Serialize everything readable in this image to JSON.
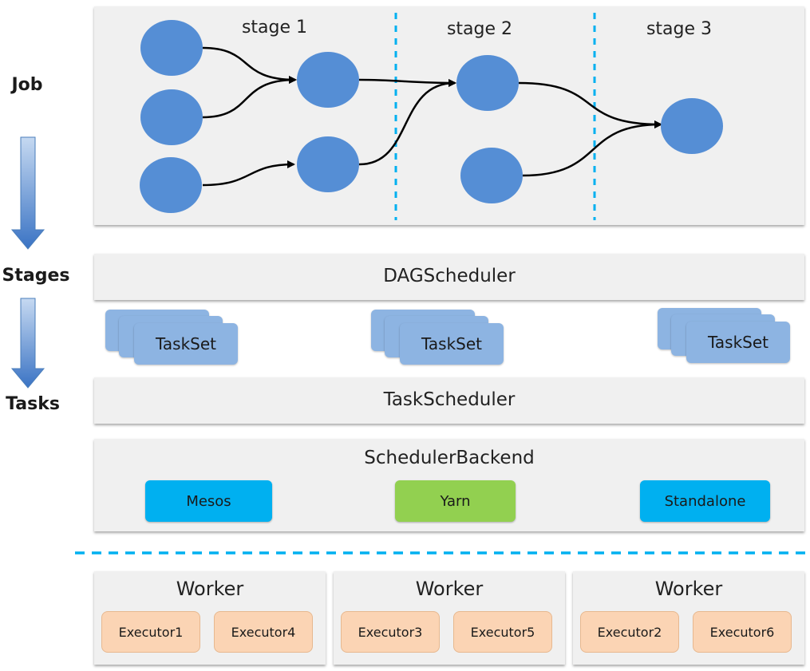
{
  "side_labels": {
    "job": "Job",
    "stages": "Stages",
    "tasks": "Tasks"
  },
  "dag": {
    "stages": [
      "stage 1",
      "stage 2",
      "stage 3"
    ],
    "node_color": "#558ed5",
    "divider_color": "#00b0f0"
  },
  "dag_scheduler": {
    "title": "DAGScheduler"
  },
  "tasksets": [
    {
      "label": "TaskSet"
    },
    {
      "label": "TaskSet"
    },
    {
      "label": "TaskSet"
    }
  ],
  "task_scheduler": {
    "title": "TaskScheduler"
  },
  "scheduler_backend": {
    "title": "SchedulerBackend",
    "backends": [
      {
        "label": "Mesos",
        "color": "#00b0f0"
      },
      {
        "label": "Yarn",
        "color": "#92d050"
      },
      {
        "label": "Standalone",
        "color": "#00b0f0"
      }
    ]
  },
  "workers": [
    {
      "title": "Worker",
      "executors": [
        "Executor1",
        "Executor4"
      ]
    },
    {
      "title": "Worker",
      "executors": [
        "Executor3",
        "Executor5"
      ]
    },
    {
      "title": "Worker",
      "executors": [
        "Executor2",
        "Executor6"
      ]
    }
  ]
}
